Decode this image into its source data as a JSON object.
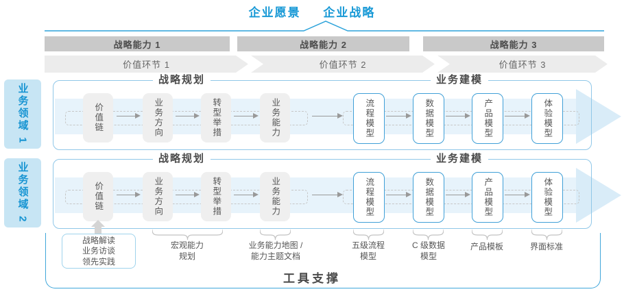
{
  "header": {
    "vision": "企业愿景",
    "strategy": "企业战略"
  },
  "capability_bar": {
    "items": [
      "战略能力 1",
      "战略能力 2",
      "战略能力 3"
    ]
  },
  "value_chain_bar": {
    "items": [
      "价值环节 1",
      "价值环节 2",
      "价值环节 3"
    ]
  },
  "blocks": [
    {
      "domain_label": "业务领域 1",
      "section_left": "战略规划",
      "section_right": "业务建模",
      "boxes": [
        {
          "label": "价值链",
          "style": "gray"
        },
        {
          "label": "业务方向",
          "style": "gray"
        },
        {
          "label": "转型举措",
          "style": "gray"
        },
        {
          "label": "业务能力",
          "style": "gray"
        },
        {
          "label": "流程模型",
          "style": "outline"
        },
        {
          "label": "数据模型",
          "style": "outline"
        },
        {
          "label": "产品模型",
          "style": "outline"
        },
        {
          "label": "体验模型",
          "style": "outline"
        }
      ]
    },
    {
      "domain_label": "业务领域 2",
      "section_left": "战略规划",
      "section_right": "业务建模",
      "boxes": [
        {
          "label": "价值链",
          "style": "gray"
        },
        {
          "label": "业务方向",
          "style": "gray"
        },
        {
          "label": "转型举措",
          "style": "gray"
        },
        {
          "label": "业务能力",
          "style": "gray"
        },
        {
          "label": "流程模型",
          "style": "outline"
        },
        {
          "label": "数据模型",
          "style": "outline"
        },
        {
          "label": "产品模型",
          "style": "outline"
        },
        {
          "label": "体验模型",
          "style": "outline"
        }
      ]
    }
  ],
  "annotations": [
    {
      "type": "box",
      "lines": [
        "战略解读",
        "业务访谈",
        "领先实践"
      ]
    },
    {
      "type": "brace",
      "lines": [
        "宏观能力",
        "规划"
      ]
    },
    {
      "type": "brace",
      "lines": [
        "业务能力地图 /",
        "能力主题文档"
      ]
    },
    {
      "type": "brace",
      "lines": [
        "五级流程",
        "模型"
      ]
    },
    {
      "type": "brace",
      "lines": [
        "C 级数据",
        "模型"
      ]
    },
    {
      "type": "brace",
      "lines": [
        "产品模板"
      ]
    },
    {
      "type": "brace",
      "lines": [
        "界面标准"
      ]
    }
  ],
  "footer": {
    "title": "工具支撑"
  },
  "colors": {
    "accent_blue": "#1899d6",
    "line_blue": "#2ba2da",
    "capability_bar_bg": "#c9c9c9",
    "value_chain_bg": "#ececec",
    "flow_band": "#e7f3fb",
    "flow_arrowhead": "#d9ecf8",
    "box_gray": "#efefef",
    "box_outline_border": "#3f9fd7",
    "block_frame_border": "#8fc7e8",
    "domain_label_bg": "#c7e5f4",
    "footer_border": "#3fa6da",
    "text_dark": "#4a4a4a",
    "text_gray": "#555555",
    "brace_gray": "#c2c2c2"
  }
}
